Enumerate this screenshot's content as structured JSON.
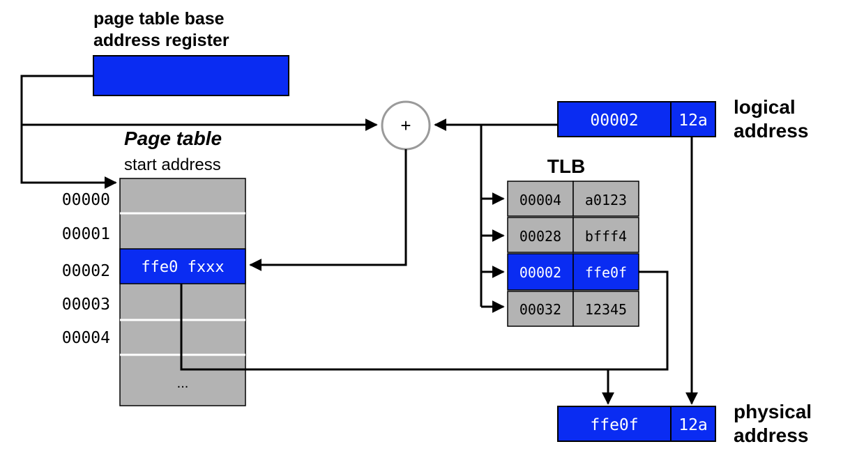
{
  "register": {
    "label_line1": "page table base",
    "label_line2": "address register"
  },
  "page_table": {
    "title": "Page table",
    "subtitle": "start address",
    "row_labels": [
      "00000",
      "00001",
      "00002",
      "00003",
      "00004"
    ],
    "highlighted_entry": "ffe0 fxxx",
    "ellipsis": "..."
  },
  "adder": {
    "symbol": "+"
  },
  "logical_address": {
    "page": "00002",
    "offset": "12a",
    "label_line1": "logical",
    "label_line2": "address"
  },
  "tlb": {
    "title": "TLB",
    "rows": [
      {
        "page": "00004",
        "frame": "a0123",
        "hit": false
      },
      {
        "page": "00028",
        "frame": "bfff4",
        "hit": false
      },
      {
        "page": "00002",
        "frame": "ffe0f",
        "hit": true
      },
      {
        "page": "00032",
        "frame": "12345",
        "hit": false
      }
    ]
  },
  "physical_address": {
    "frame": "ffe0f",
    "offset": "12a",
    "label_line1": "physical",
    "label_line2": "address"
  },
  "colors": {
    "highlight_blue": "#0a2cf2",
    "cell_gray": "#b3b3b3",
    "line": "#000000",
    "adder_ring": "#9a9a9a"
  }
}
